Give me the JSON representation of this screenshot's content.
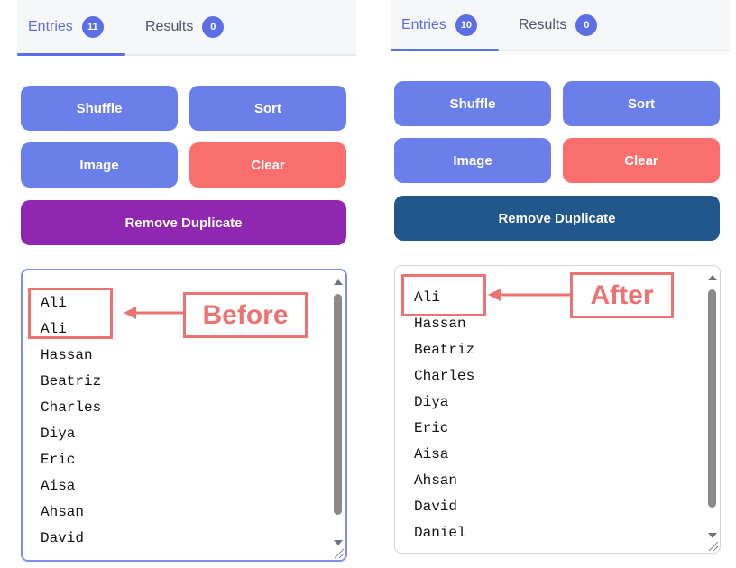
{
  "before": {
    "tabs": [
      {
        "label": "Entries",
        "count": "11"
      },
      {
        "label": "Results",
        "count": "0"
      }
    ],
    "buttons": {
      "shuffle": "Shuffle",
      "sort": "Sort",
      "image": "Image",
      "clear": "Clear",
      "remove_duplicate": "Remove Duplicate"
    },
    "entries": [
      "Ali",
      "Ali",
      "Hassan",
      "Beatriz",
      "Charles",
      "Diya",
      "Eric",
      "Aisa",
      "Ahsan",
      "David"
    ],
    "annotation": "Before",
    "colors": {
      "remove_duplicate_bg": "#8f27b0"
    }
  },
  "after": {
    "tabs": [
      {
        "label": "Entries",
        "count": "10"
      },
      {
        "label": "Results",
        "count": "0"
      }
    ],
    "buttons": {
      "shuffle": "Shuffle",
      "sort": "Sort",
      "image": "Image",
      "clear": "Clear",
      "remove_duplicate": "Remove Duplicate"
    },
    "entries": [
      "Ali",
      "Hassan",
      "Beatriz",
      "Charles",
      "Diya",
      "Eric",
      "Aisa",
      "Ahsan",
      "David",
      "Daniel"
    ],
    "annotation": "After",
    "colors": {
      "remove_duplicate_bg": "#21578a"
    }
  },
  "theme": {
    "accent": "#5b6ee6",
    "button_blue": "#6b7feb",
    "button_red": "#fb6e6e",
    "annotation_red": "#ec7372"
  }
}
